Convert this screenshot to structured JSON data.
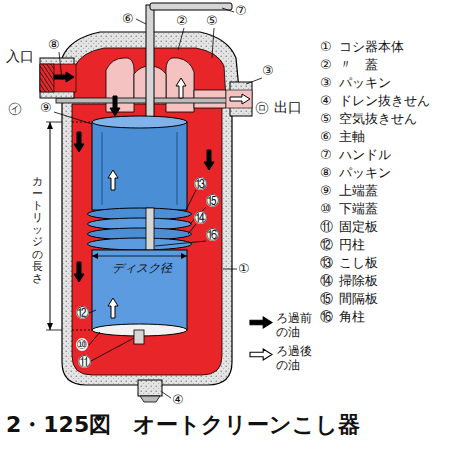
{
  "diagram": {
    "caption": "2・125図　オートクリーンこし器",
    "labels": [
      "入口",
      "㋑",
      "出口",
      "㋺",
      "カートリッジの長さ",
      "ディスク径",
      "⑦",
      "⑥",
      "②",
      "⑤",
      "⑧",
      "③",
      "⑨",
      "⑬",
      "⑮",
      "⑭",
      "⑯",
      "①",
      "⑫",
      "⑩",
      "⑪",
      "④",
      "①",
      "コシ器本体",
      "②",
      "〃　蓋",
      "③",
      "パッキン",
      "④",
      "ドレン抜きせん",
      "⑤",
      "空気抜きせん",
      "⑥",
      "主軸",
      "⑦",
      "ハンドル",
      "⑧",
      "パッキン",
      "⑨",
      "上端蓋",
      "⑩",
      "下端蓋",
      "⑪",
      "固定板",
      "⑫",
      "円柱",
      "⑬",
      "こし板",
      "⑭",
      "掃除板",
      "⑮",
      "間隔板",
      "⑯",
      "角柱"
    ],
    "legend": [
      {
        "text": "ろ過前の油"
      },
      {
        "text": "ろ過後の油"
      }
    ]
  }
}
